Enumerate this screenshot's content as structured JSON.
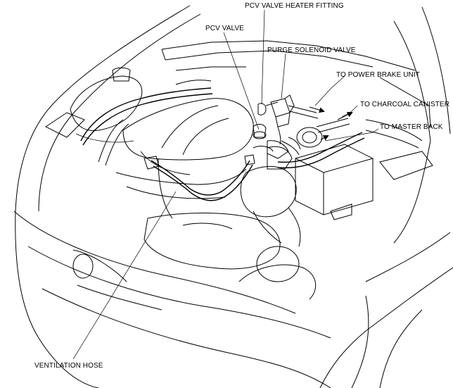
{
  "labels": {
    "pcv_valve_heater_fitting": "PCV VALVE HEATER FITTING",
    "pcv_valve": "PCV VALVE",
    "purge_solenoid_valve": "PURGE SOLENOID VALVE",
    "to_power_brake_unit": "TO POWER BRAKE UNIT",
    "to_charcoal_canister": "TO CHARCOAL CANISTER",
    "to_master_back": "TO MASTER BACK",
    "ventilation_hose": "VENTILATION HOSE"
  },
  "colors": {
    "line": "#000000",
    "background": "#ffffff"
  }
}
